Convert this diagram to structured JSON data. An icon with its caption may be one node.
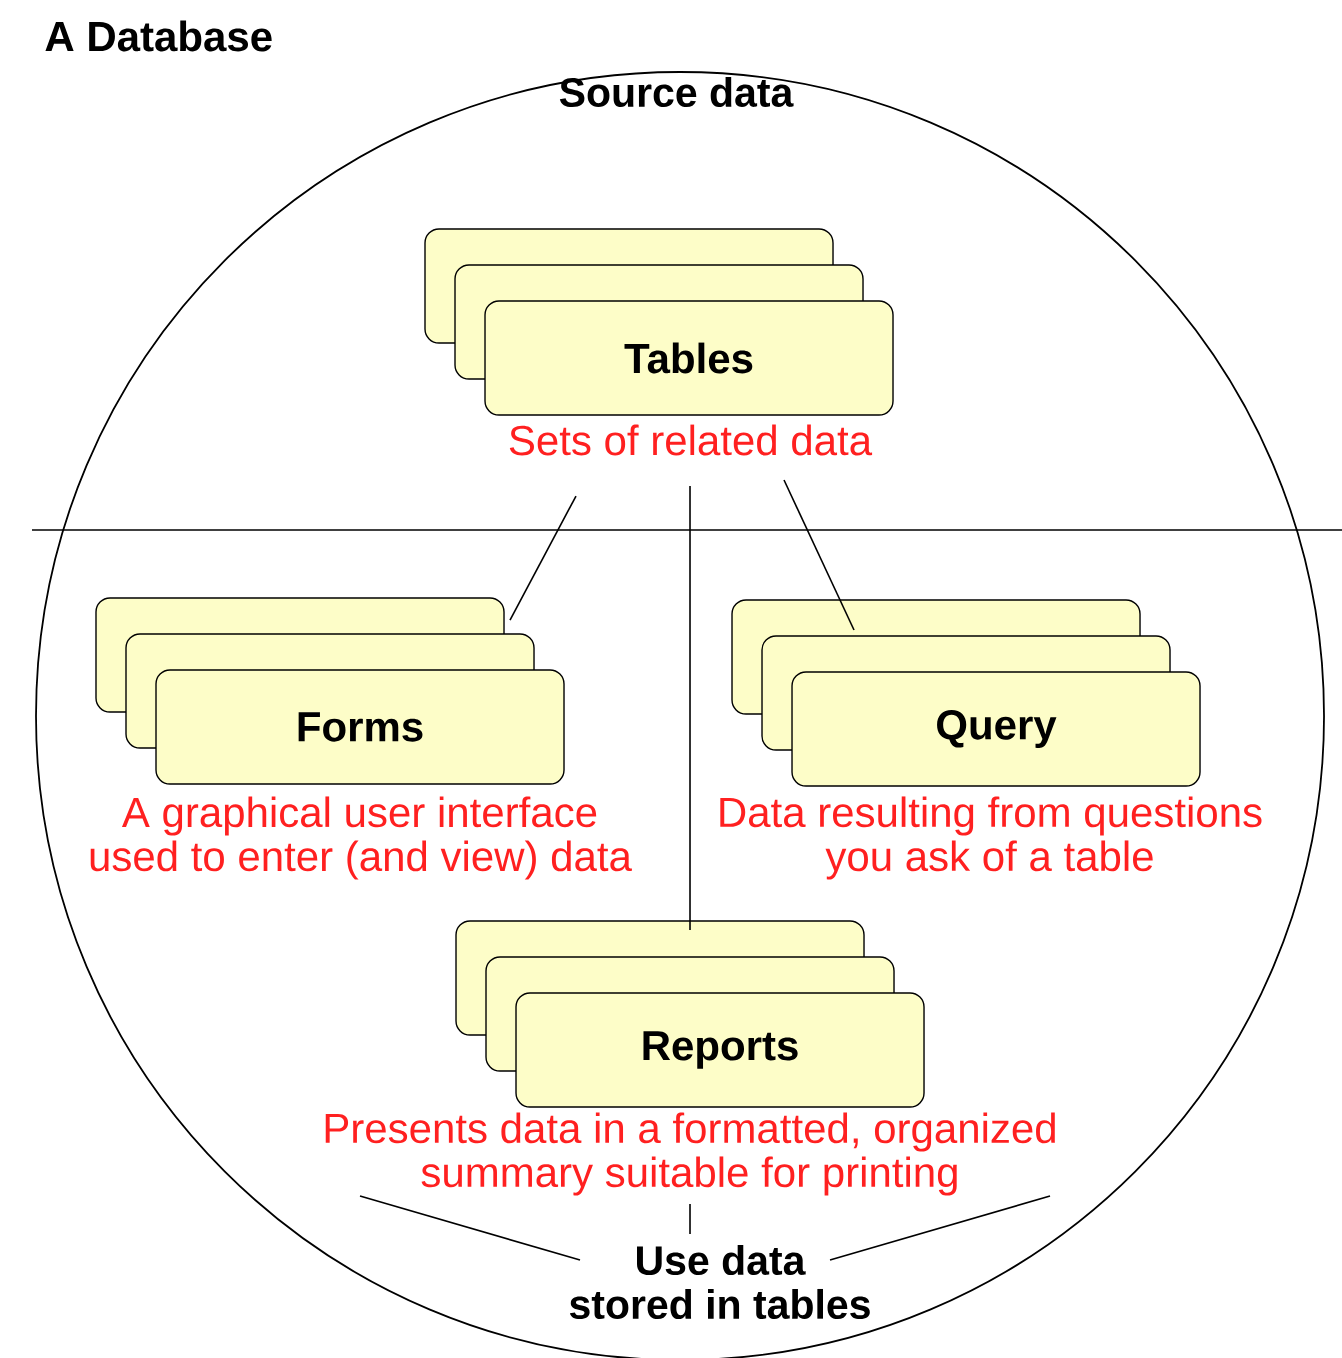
{
  "diagram": {
    "title": "A Database",
    "nodes": [
      {
        "text": [
          "Source data"
        ]
      },
      {
        "text": [
          "Tables"
        ],
        "in": 0,
        "beside": [
          "Sets of related data"
        ]
      },
      {
        "text": [
          "Forms"
        ],
        "in": 0,
        "beside": [
          "A graphical user interface used to enter (and view) data"
        ]
      },
      {
        "text": [
          "Query"
        ],
        "in": 0,
        "beside": [
          "Data resulting from questions you ask of a table"
        ]
      },
      {
        "text": [
          "Reports"
        ],
        "in": 0,
        "beside": [
          "Presents data in a formatted, organized summary suitable for printing"
        ]
      },
      {
        "text": [
          "Use data stored in tables"
        ],
        "in": 0
      }
    ],
    "edges": [
      {
        "from": 1,
        "to": 2,
        "arrow": "none"
      },
      {
        "from": 1,
        "to": 3,
        "arrow": "none"
      },
      {
        "from": 1,
        "to": 4,
        "arrow": "none"
      },
      {
        "from": 5,
        "to": 4,
        "arrow": "none"
      },
      {
        "from": 5,
        "to": 4,
        "arrow": "none"
      },
      {
        "from": 5,
        "to": 4,
        "arrow": "none"
      }
    ]
  }
}
